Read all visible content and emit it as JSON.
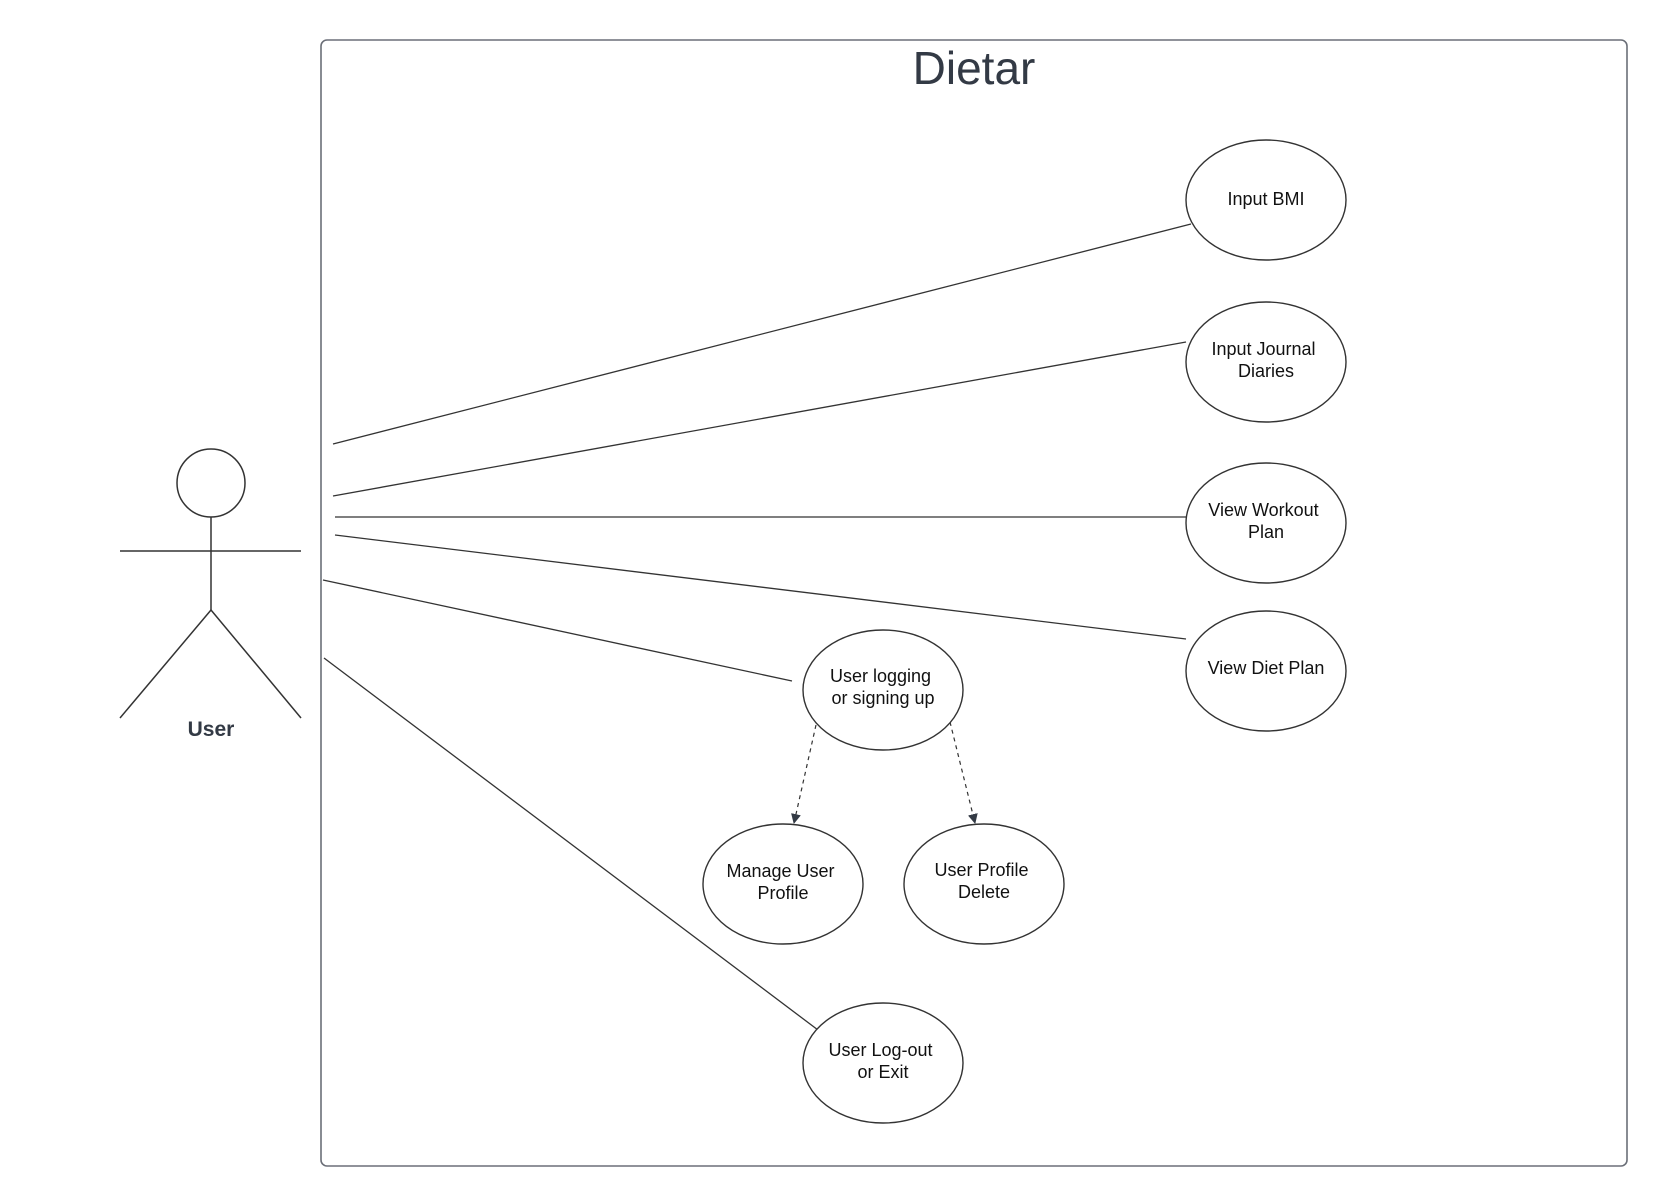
{
  "system": {
    "title": "Dietar"
  },
  "actor": {
    "label": "User"
  },
  "use_cases": {
    "input_bmi": [
      "Input BMI"
    ],
    "input_journal": [
      "Input Journal",
      "Diaries"
    ],
    "view_workout": [
      "View Workout",
      "Plan"
    ],
    "view_diet": [
      "View Diet Plan"
    ],
    "user_login": [
      "User logging",
      "or signing up"
    ],
    "manage_profile": [
      "Manage User",
      "Profile"
    ],
    "profile_delete": [
      "User Profile",
      "Delete"
    ],
    "logout": [
      "User Log-out",
      "or Exit"
    ]
  },
  "relationships": [
    {
      "from": "actor",
      "to": "input_bmi",
      "type": "association"
    },
    {
      "from": "actor",
      "to": "input_journal",
      "type": "association"
    },
    {
      "from": "actor",
      "to": "view_workout",
      "type": "association"
    },
    {
      "from": "actor",
      "to": "view_diet",
      "type": "association"
    },
    {
      "from": "actor",
      "to": "user_login",
      "type": "association"
    },
    {
      "from": "actor",
      "to": "logout",
      "type": "association"
    },
    {
      "from": "user_login",
      "to": "manage_profile",
      "type": "dependency"
    },
    {
      "from": "user_login",
      "to": "profile_delete",
      "type": "dependency"
    }
  ]
}
